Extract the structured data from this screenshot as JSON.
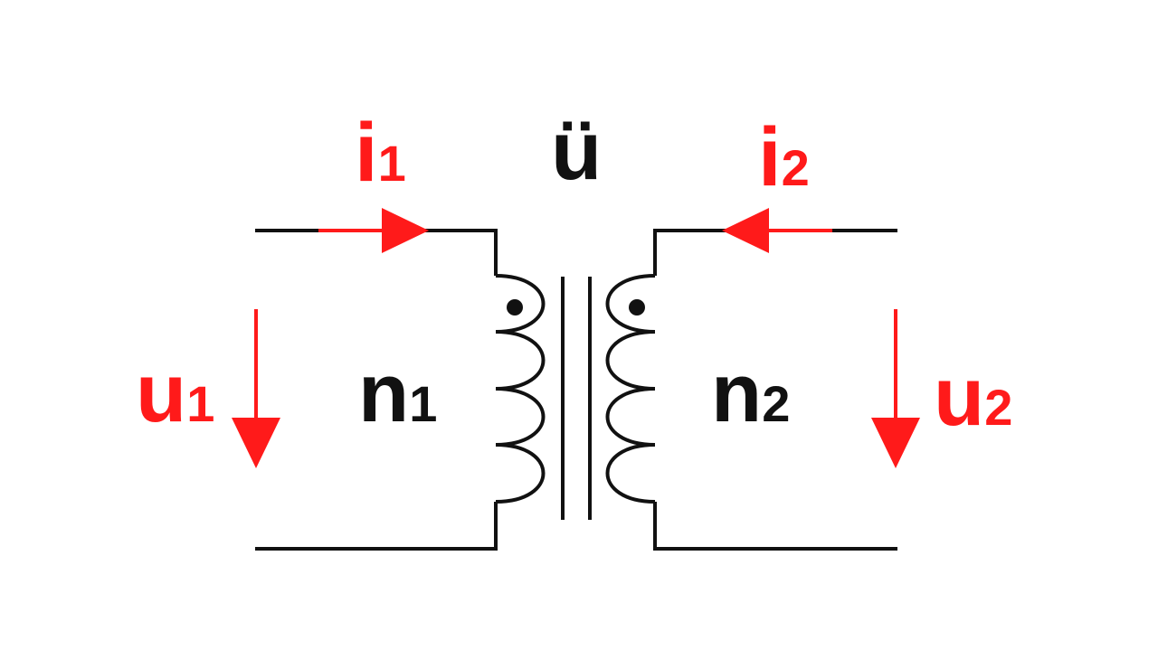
{
  "colors": {
    "wire": "#111111",
    "accent": "#ff1a1a"
  },
  "labels": {
    "i1": {
      "main": "i",
      "sub": "1"
    },
    "i2": {
      "main": "i",
      "sub": "2"
    },
    "ratio": {
      "main": "ü"
    },
    "u1": {
      "main": "u",
      "sub": "1"
    },
    "u2": {
      "main": "u",
      "sub": "2"
    },
    "n1": {
      "main": "n",
      "sub": "1"
    },
    "n2": {
      "main": "n",
      "sub": "2"
    }
  }
}
